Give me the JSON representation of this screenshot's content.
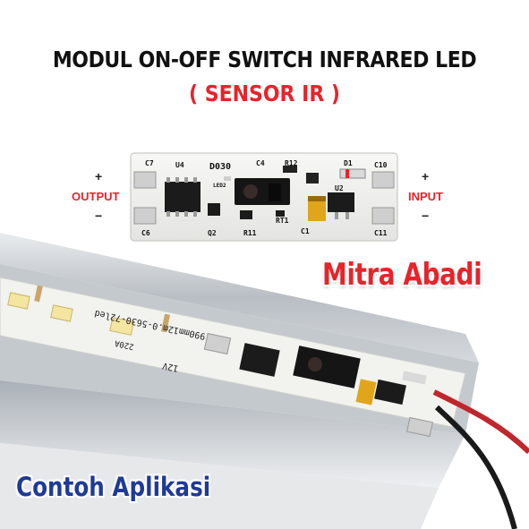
{
  "header": {
    "title": "MODUL ON-OFF SWITCH INFRARED LED",
    "subtitle": "( SENSOR IR )"
  },
  "module": {
    "output_label": "OUTPUT",
    "input_label": "INPUT",
    "plus": "+",
    "minus": "−",
    "silk": {
      "c7": "C7",
      "u4": "U4",
      "d030": "D030",
      "c4": "C4",
      "r12": "R12",
      "d1": "D1",
      "c10": "C10",
      "led2": "LED2",
      "u2": "U2",
      "c6": "C6",
      "q2": "Q2",
      "r11": "R11",
      "rt1": "RT1",
      "c1": "C1",
      "c11": "C11"
    }
  },
  "photo": {
    "strip_print": "990mm12m.0-5630-72led",
    "strip_voltage": "12V",
    "strip_small": "220A"
  },
  "brand": "Mitra Abadi",
  "caption": "Contoh Aplikasi",
  "colors": {
    "red": "#e8232a",
    "blue": "#1f3a97",
    "pcb": "#f4f4f2"
  }
}
